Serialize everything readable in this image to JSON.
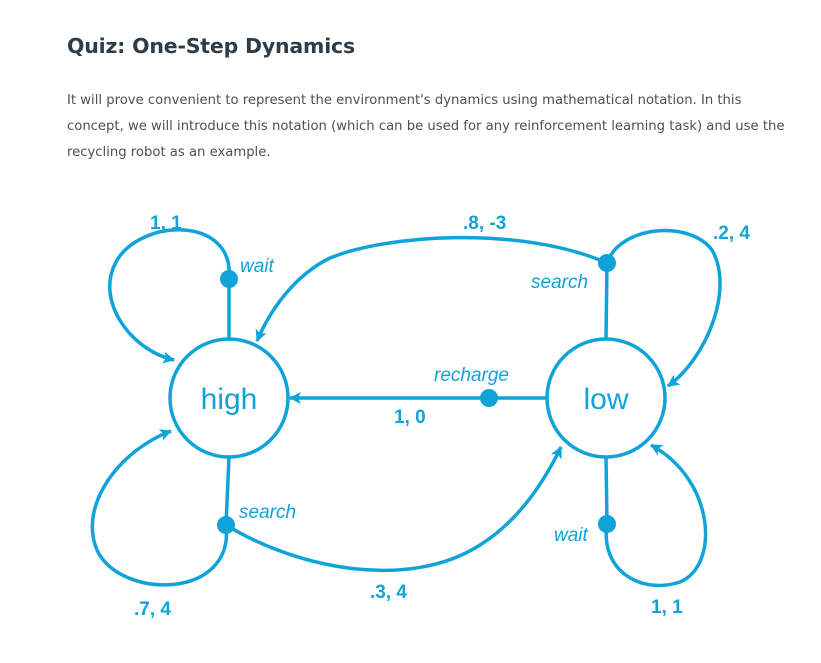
{
  "page": {
    "title": "Quiz: One-Step Dynamics",
    "intro": "It will prove convenient to represent the environment's dynamics using mathematical notation. In this concept, we will introduce this notation (which can be used for any reinforcement learning task) and use the recycling robot as an example."
  },
  "diagram": {
    "color": "#0fa3d9",
    "states": {
      "high": "high",
      "low": "low"
    },
    "actions": {
      "high_wait": "wait",
      "high_search": "search",
      "low_search": "search",
      "low_recharge": "recharge",
      "low_wait": "wait"
    },
    "transitions": {
      "high_wait": "1, 1",
      "high_search_to_high": ".7, 4",
      "high_search_to_low": ".3, 4",
      "low_search_to_high": ".8, -3",
      "low_search_to_low": ".2, 4",
      "low_recharge_to_high": "1, 0",
      "low_wait": "1, 1"
    }
  }
}
